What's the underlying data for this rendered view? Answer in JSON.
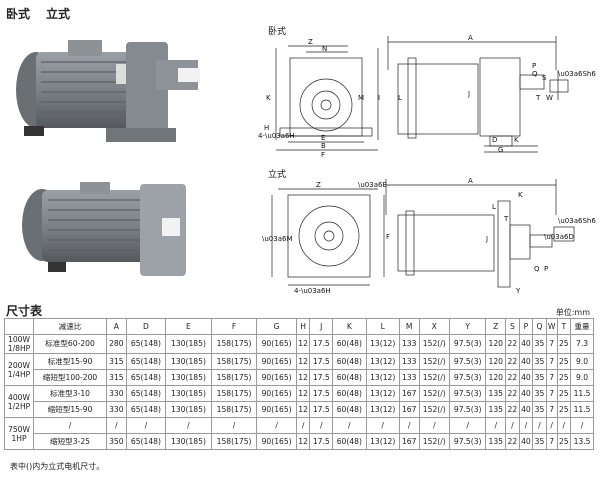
{
  "headings": {
    "horizontal": "卧式",
    "vertical": "立式",
    "horizontal_small": "卧式",
    "vertical_small": "立式",
    "table_title": "尺寸表",
    "unit": "单位:mm",
    "note": "表中()内为立式电机尺寸。"
  },
  "drawing_labels": {
    "h_front": [
      "Z",
      "N",
      "E",
      "K",
      "I",
      "H",
      "4-ΦH",
      "B",
      "F"
    ],
    "h_side": [
      "A",
      "M",
      "L",
      "J",
      "P",
      "Q",
      "S",
      "W",
      "D",
      "T",
      "ΦSh6",
      "G",
      "K"
    ],
    "v_front": [
      "Z",
      "ΦE",
      "ΦM",
      "F",
      "4-ΦH"
    ],
    "v_side": [
      "A",
      "K",
      "L",
      "J",
      "T",
      "ΦD",
      "ΦSh6",
      "Y",
      "Q",
      "P"
    ]
  },
  "table": {
    "headers": [
      "减速比",
      "A",
      "D",
      "E",
      "F",
      "G",
      "H",
      "J",
      "K",
      "L",
      "M",
      "X",
      "Y",
      "Z",
      "S",
      "P",
      "Q",
      "W",
      "T",
      "重量"
    ],
    "groups": [
      {
        "power": "100W\n1/8HP",
        "rows": [
          [
            "标准型60-200",
            "280",
            "65(148)",
            "130(185)",
            "158(175)",
            "90(165)",
            "12",
            "17.5",
            "60(48)",
            "13(12)",
            "133",
            "152(/)",
            "97.5(3)",
            "120",
            "22",
            "40",
            "35",
            "7",
            "25",
            "7.3"
          ]
        ]
      },
      {
        "power": "200W\n1/4HP",
        "rows": [
          [
            "标准型15-90",
            "315",
            "65(148)",
            "130(185)",
            "158(175)",
            "90(165)",
            "12",
            "17.5",
            "60(48)",
            "13(12)",
            "133",
            "152(/)",
            "97.5(3)",
            "120",
            "22",
            "40",
            "35",
            "7",
            "25",
            "9.0"
          ],
          [
            "缩短型100-200",
            "315",
            "65(148)",
            "130(185)",
            "158(175)",
            "90(165)",
            "12",
            "17.5",
            "60(48)",
            "13(12)",
            "133",
            "152(/)",
            "97.5(3)",
            "120",
            "22",
            "40",
            "35",
            "7",
            "25",
            "9.0"
          ]
        ]
      },
      {
        "power": "400W\n1/2HP",
        "rows": [
          [
            "标准型3-10",
            "330",
            "65(148)",
            "130(185)",
            "158(175)",
            "90(165)",
            "12",
            "17.5",
            "60(48)",
            "13(12)",
            "167",
            "152(/)",
            "97.5(3)",
            "135",
            "22",
            "40",
            "35",
            "7",
            "25",
            "11.5"
          ],
          [
            "缩短型15-90",
            "330",
            "65(148)",
            "130(185)",
            "158(175)",
            "90(165)",
            "12",
            "17.5",
            "60(48)",
            "13(12)",
            "167",
            "152(/)",
            "97.5(3)",
            "135",
            "22",
            "40",
            "35",
            "7",
            "25",
            "11.5"
          ]
        ]
      },
      {
        "power": "750W\n1HP",
        "rows": [
          [
            "/",
            "/",
            "/",
            "/",
            "/",
            "/",
            "/",
            "/",
            "/",
            "/",
            "/",
            "/",
            "/",
            "/",
            "/",
            "/",
            "/",
            "/",
            "/",
            "/"
          ],
          [
            "缩短型3-25",
            "350",
            "65(148)",
            "130(185)",
            "158(175)",
            "90(165)",
            "12",
            "17.5",
            "60(48)",
            "13(12)",
            "167",
            "152(/)",
            "97.5(3)",
            "135",
            "22",
            "40",
            "35",
            "7",
            "25",
            "13.5"
          ]
        ]
      }
    ]
  }
}
